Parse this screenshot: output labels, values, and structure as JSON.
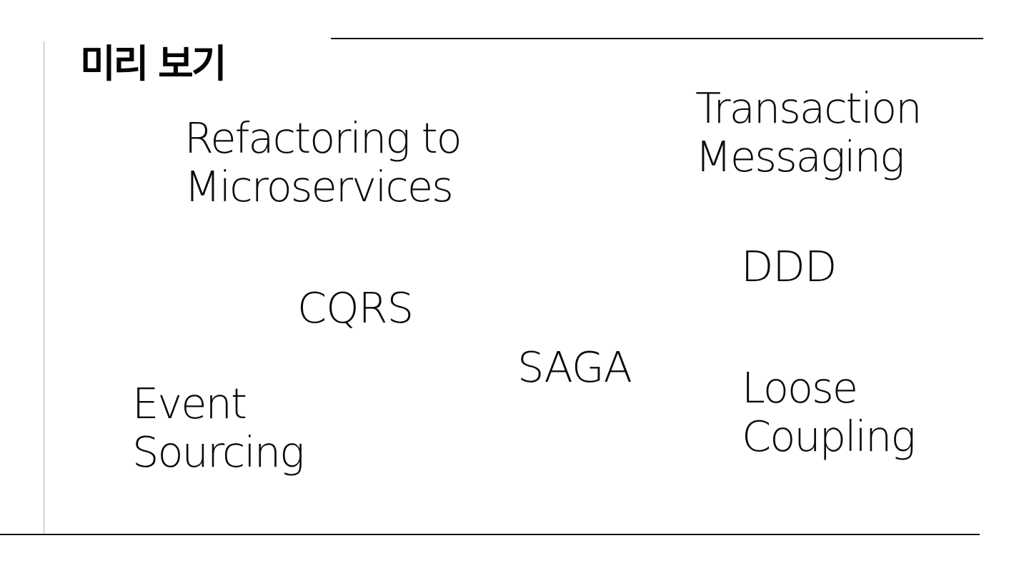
{
  "slide": {
    "title": "미리 보기",
    "terms": [
      {
        "id": "refactoring",
        "lines": [
          "Refactoring to",
          "Microservices"
        ]
      },
      {
        "id": "transaction",
        "lines": [
          "Transaction",
          "Messaging"
        ]
      },
      {
        "id": "ddd",
        "lines": [
          "DDD"
        ]
      },
      {
        "id": "cqrs",
        "lines": [
          "CQRS"
        ]
      },
      {
        "id": "saga",
        "lines": [
          "SAGA"
        ]
      },
      {
        "id": "event-sourcing",
        "lines": [
          "Event",
          "Sourcing"
        ]
      },
      {
        "id": "loose-coupling",
        "lines": [
          "Loose",
          "Coupling"
        ]
      }
    ]
  },
  "colors": {
    "text": "#0a0a0a",
    "rule": "#111111",
    "side_rule": "#b5b5b5",
    "background": "#ffffff"
  }
}
